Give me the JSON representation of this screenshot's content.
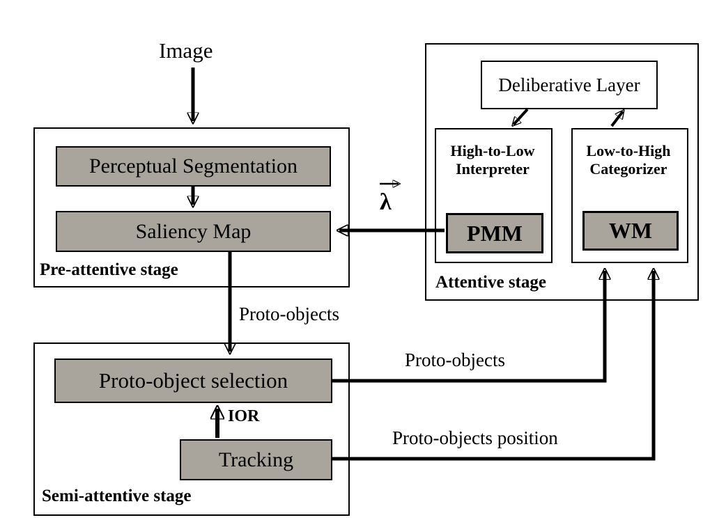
{
  "diagram": {
    "image_label": "Image",
    "lambda_label": "λ",
    "pre_attentive": {
      "stage_label": "Pre-attentive stage",
      "perceptual_segmentation": "Perceptual Segmentation",
      "saliency_map": "Saliency Map"
    },
    "attentive": {
      "stage_label": "Attentive stage",
      "deliberative_layer": "Deliberative Layer",
      "high_to_low_interpreter": "High-to-Low Interpreter",
      "pmm": "PMM",
      "low_to_high_categorizer": "Low-to-High Categorizer",
      "wm": "WM"
    },
    "semi_attentive": {
      "stage_label": "Semi-attentive stage",
      "proto_object_selection": "Proto-object selection",
      "tracking": "Tracking",
      "ior_label": "IOR"
    },
    "flow_labels": {
      "proto_objects_down": "Proto-objects",
      "proto_objects_right": "Proto-objects",
      "proto_objects_position": "Proto-objects position"
    },
    "colors": {
      "box_fill": "#a9a49c",
      "line": "#000000",
      "background": "#ffffff"
    }
  }
}
